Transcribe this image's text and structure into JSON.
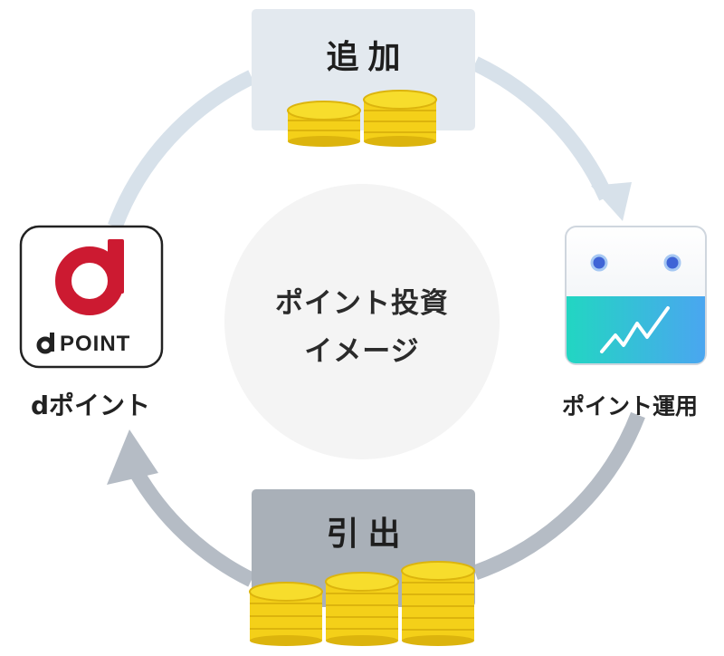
{
  "center": {
    "line1": "ポイント投資",
    "line2": "イメージ"
  },
  "top_box": {
    "label": "追加"
  },
  "bottom_box": {
    "label": "引出"
  },
  "left_node": {
    "logo_text": "POINT",
    "caption": "dポイント"
  },
  "right_node": {
    "caption": "ポイント運用"
  },
  "colors": {
    "top_box": "#e3e9ef",
    "bottom_box": "#a9b0b8",
    "arrow_upper": "#d7e1ea",
    "arrow_lower": "#b5bcc5",
    "dpoint_red": "#cc1a31",
    "coin": "#f4d019",
    "coin_edge": "#dcb40d",
    "graph_teal": "#22d6c2",
    "graph_blue": "#4aa6f0"
  }
}
